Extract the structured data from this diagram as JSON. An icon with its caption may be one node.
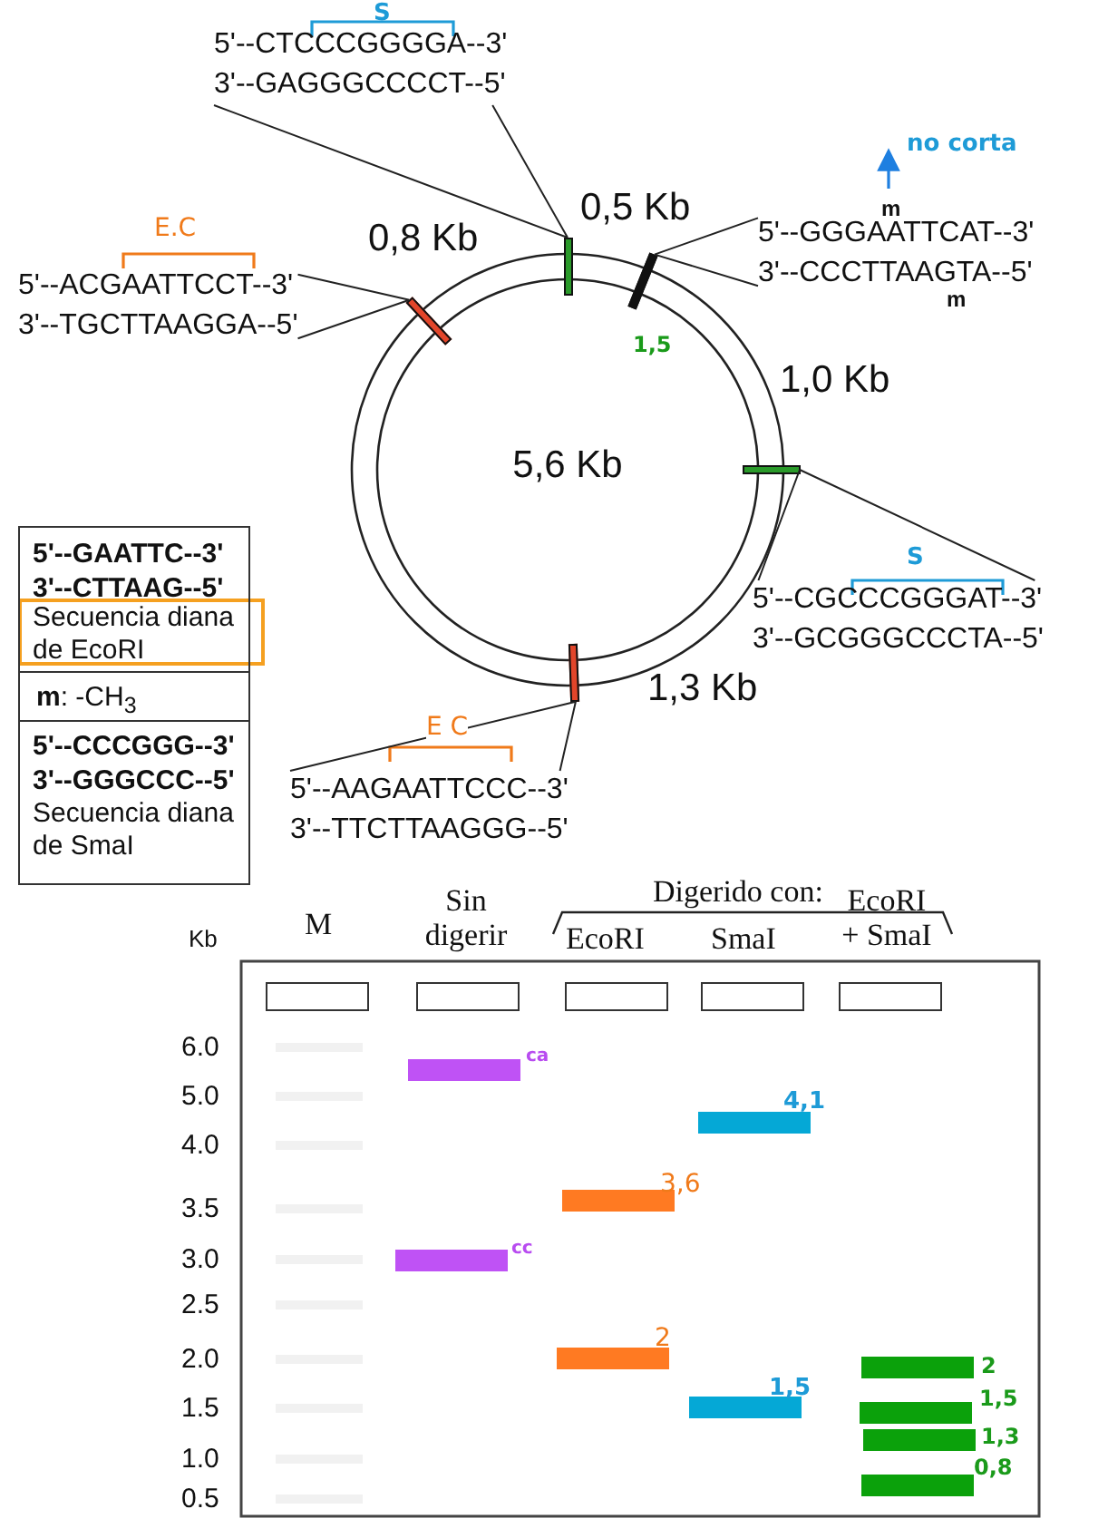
{
  "diagram": {
    "nodes": [
      {
        "text": [
          "5,6 Kb"
        ]
      },
      {
        "text": [],
        "shape": "bar",
        "in": 0
      },
      {
        "text": [],
        "shape": "bar",
        "in": 0
      },
      {
        "text": [],
        "shape": "bar",
        "in": 0
      },
      {
        "text": [],
        "shape": "bar",
        "in": 0
      },
      {
        "text": [],
        "shape": "bar",
        "in": 0
      },
      {
        "text": [
          "5'--CTCCCGGGGA--3'",
          "3'--GAGGGCCCCT--5'"
        ]
      },
      {
        "text": [
          "5'--GGGAATTCAT--3'",
          "3'--CCCTTAAGTA--5'"
        ]
      },
      {
        "text": [
          "5'--ACGAATTCCT--3'",
          "3'--TGCTTAAGGA--5'"
        ]
      },
      {
        "text": [
          "5'--CGCCCGGGAT--3'",
          "3'--GCGGGCCCTA--5'"
        ]
      },
      {
        "text": [
          "5'--AAGAATTCCC--3'",
          "3'--TTCTTAAGGG--5'"
        ]
      }
    ],
    "edges": [
      {
        "from": 6,
        "to": 1,
        "arrow": "none"
      },
      {
        "from": 7,
        "to": 2,
        "arrow": "none"
      },
      {
        "from": 8,
        "to": 3,
        "arrow": "none"
      },
      {
        "from": 9,
        "to": 4,
        "arrow": "none"
      },
      {
        "from": 10,
        "to": 5,
        "arrow": "none"
      }
    ],
    "labels": [
      "S",
      "no corta",
      "m",
      "E.C",
      "0,8 Kb",
      "0,5 Kb",
      "m",
      "1,5",
      "1,0 Kb",
      "5'--GAATTC--3'",
      "3'--CTTAAG--5'",
      "Secuencia diana de EcoRI",
      "**m**: -CH$_{3}$",
      "S",
      "1,3 Kb",
      "E C",
      "5'--CCCGGG--3'",
      "3'--GGGCCC--5'",
      "Secuencia diana de SmaI",
      "Digerido con:",
      "Kb",
      "M",
      "Sin digerir",
      "EcoRI",
      "SmaI",
      "EcoRI + SmaI",
      "6.0",
      "5.0",
      "4.0",
      "3.5",
      "3.0",
      "2.5",
      "2.0",
      "1.5",
      "1.0",
      "0.5",
      "ca",
      "cc",
      "3,6",
      "2",
      "4,1",
      "1,5",
      "2",
      "1,5",
      "1,3",
      "0,8"
    ]
  }
}
